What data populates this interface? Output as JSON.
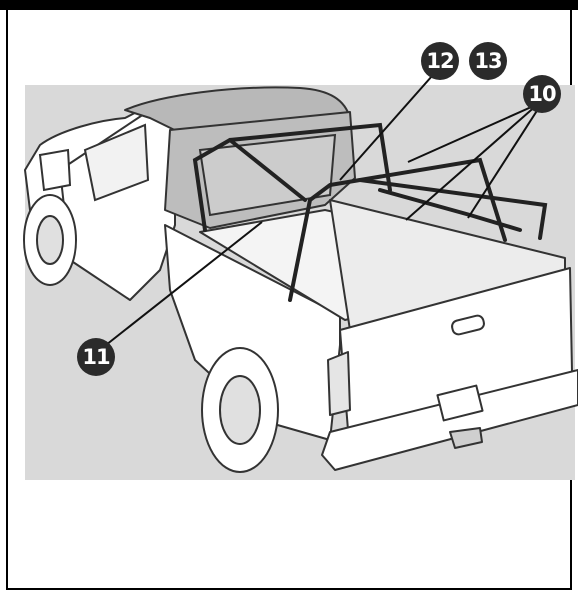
{
  "figure": {
    "callouts": [
      {
        "id": "c10",
        "label": "10"
      },
      {
        "id": "c11",
        "label": "11"
      },
      {
        "id": "c12",
        "label": "12"
      },
      {
        "id": "c13",
        "label": "13"
      }
    ]
  },
  "colors": {
    "frame": "#000000",
    "line_art": "#333333",
    "shading": "#d4d4d4",
    "cab_roof": "#b8b8b8",
    "callout_fill": "#2b2b2b",
    "callout_text": "#ffffff"
  }
}
